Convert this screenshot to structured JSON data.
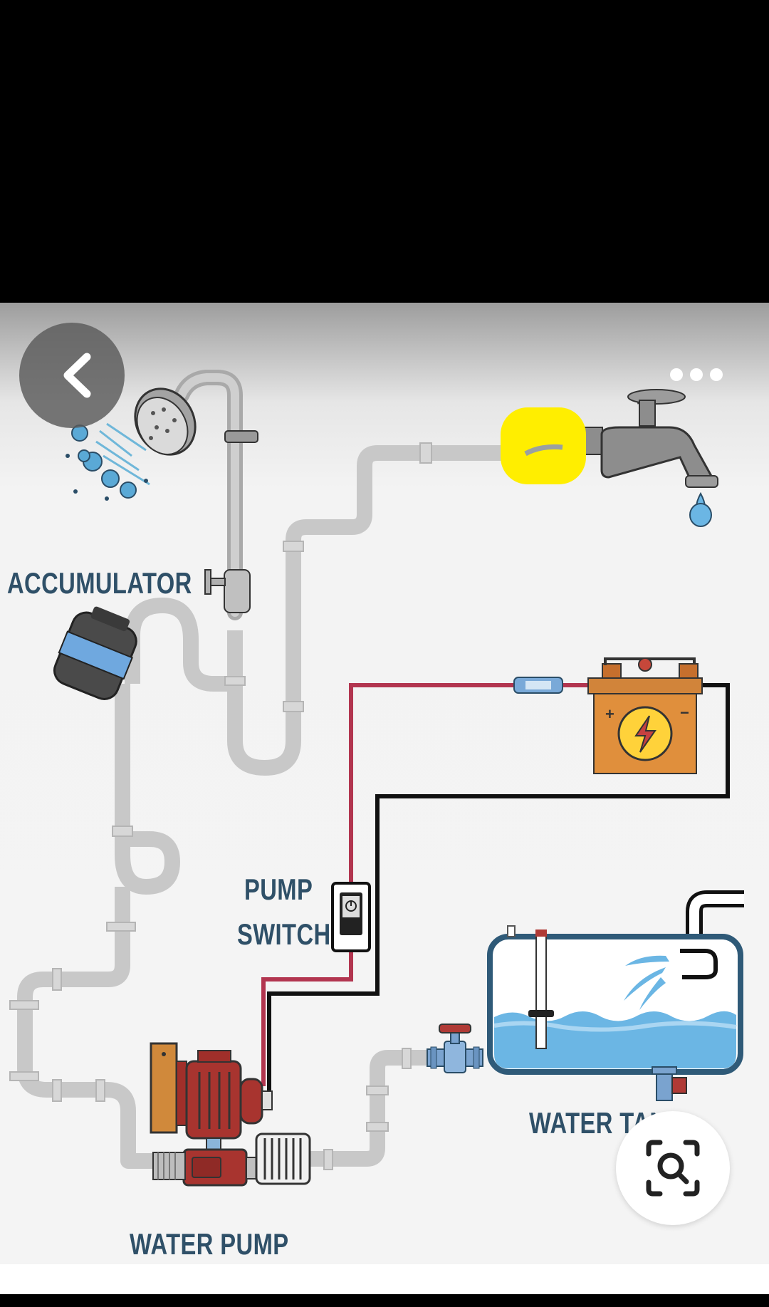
{
  "labels": {
    "accumulator": "ACCUMULATOR",
    "pump_switch_line1": "PUMP",
    "pump_switch_line2": "SWITCH",
    "water_tank": "WATER TANK",
    "water_pump": "WATER PUMP"
  },
  "icons": {
    "back": "chevron-left-icon",
    "more": "more-horizontal-icon",
    "lens": "visual-search-icon"
  },
  "colors": {
    "label_text": "#2f5068",
    "highlight": "#ffee00",
    "positive_wire": "#b2354f",
    "negative_wire": "#111111",
    "pipe": "#c9c9c9",
    "tank_water": "#6bb6e4",
    "battery": "#e08f3c",
    "pump_motor": "#a8342f"
  }
}
